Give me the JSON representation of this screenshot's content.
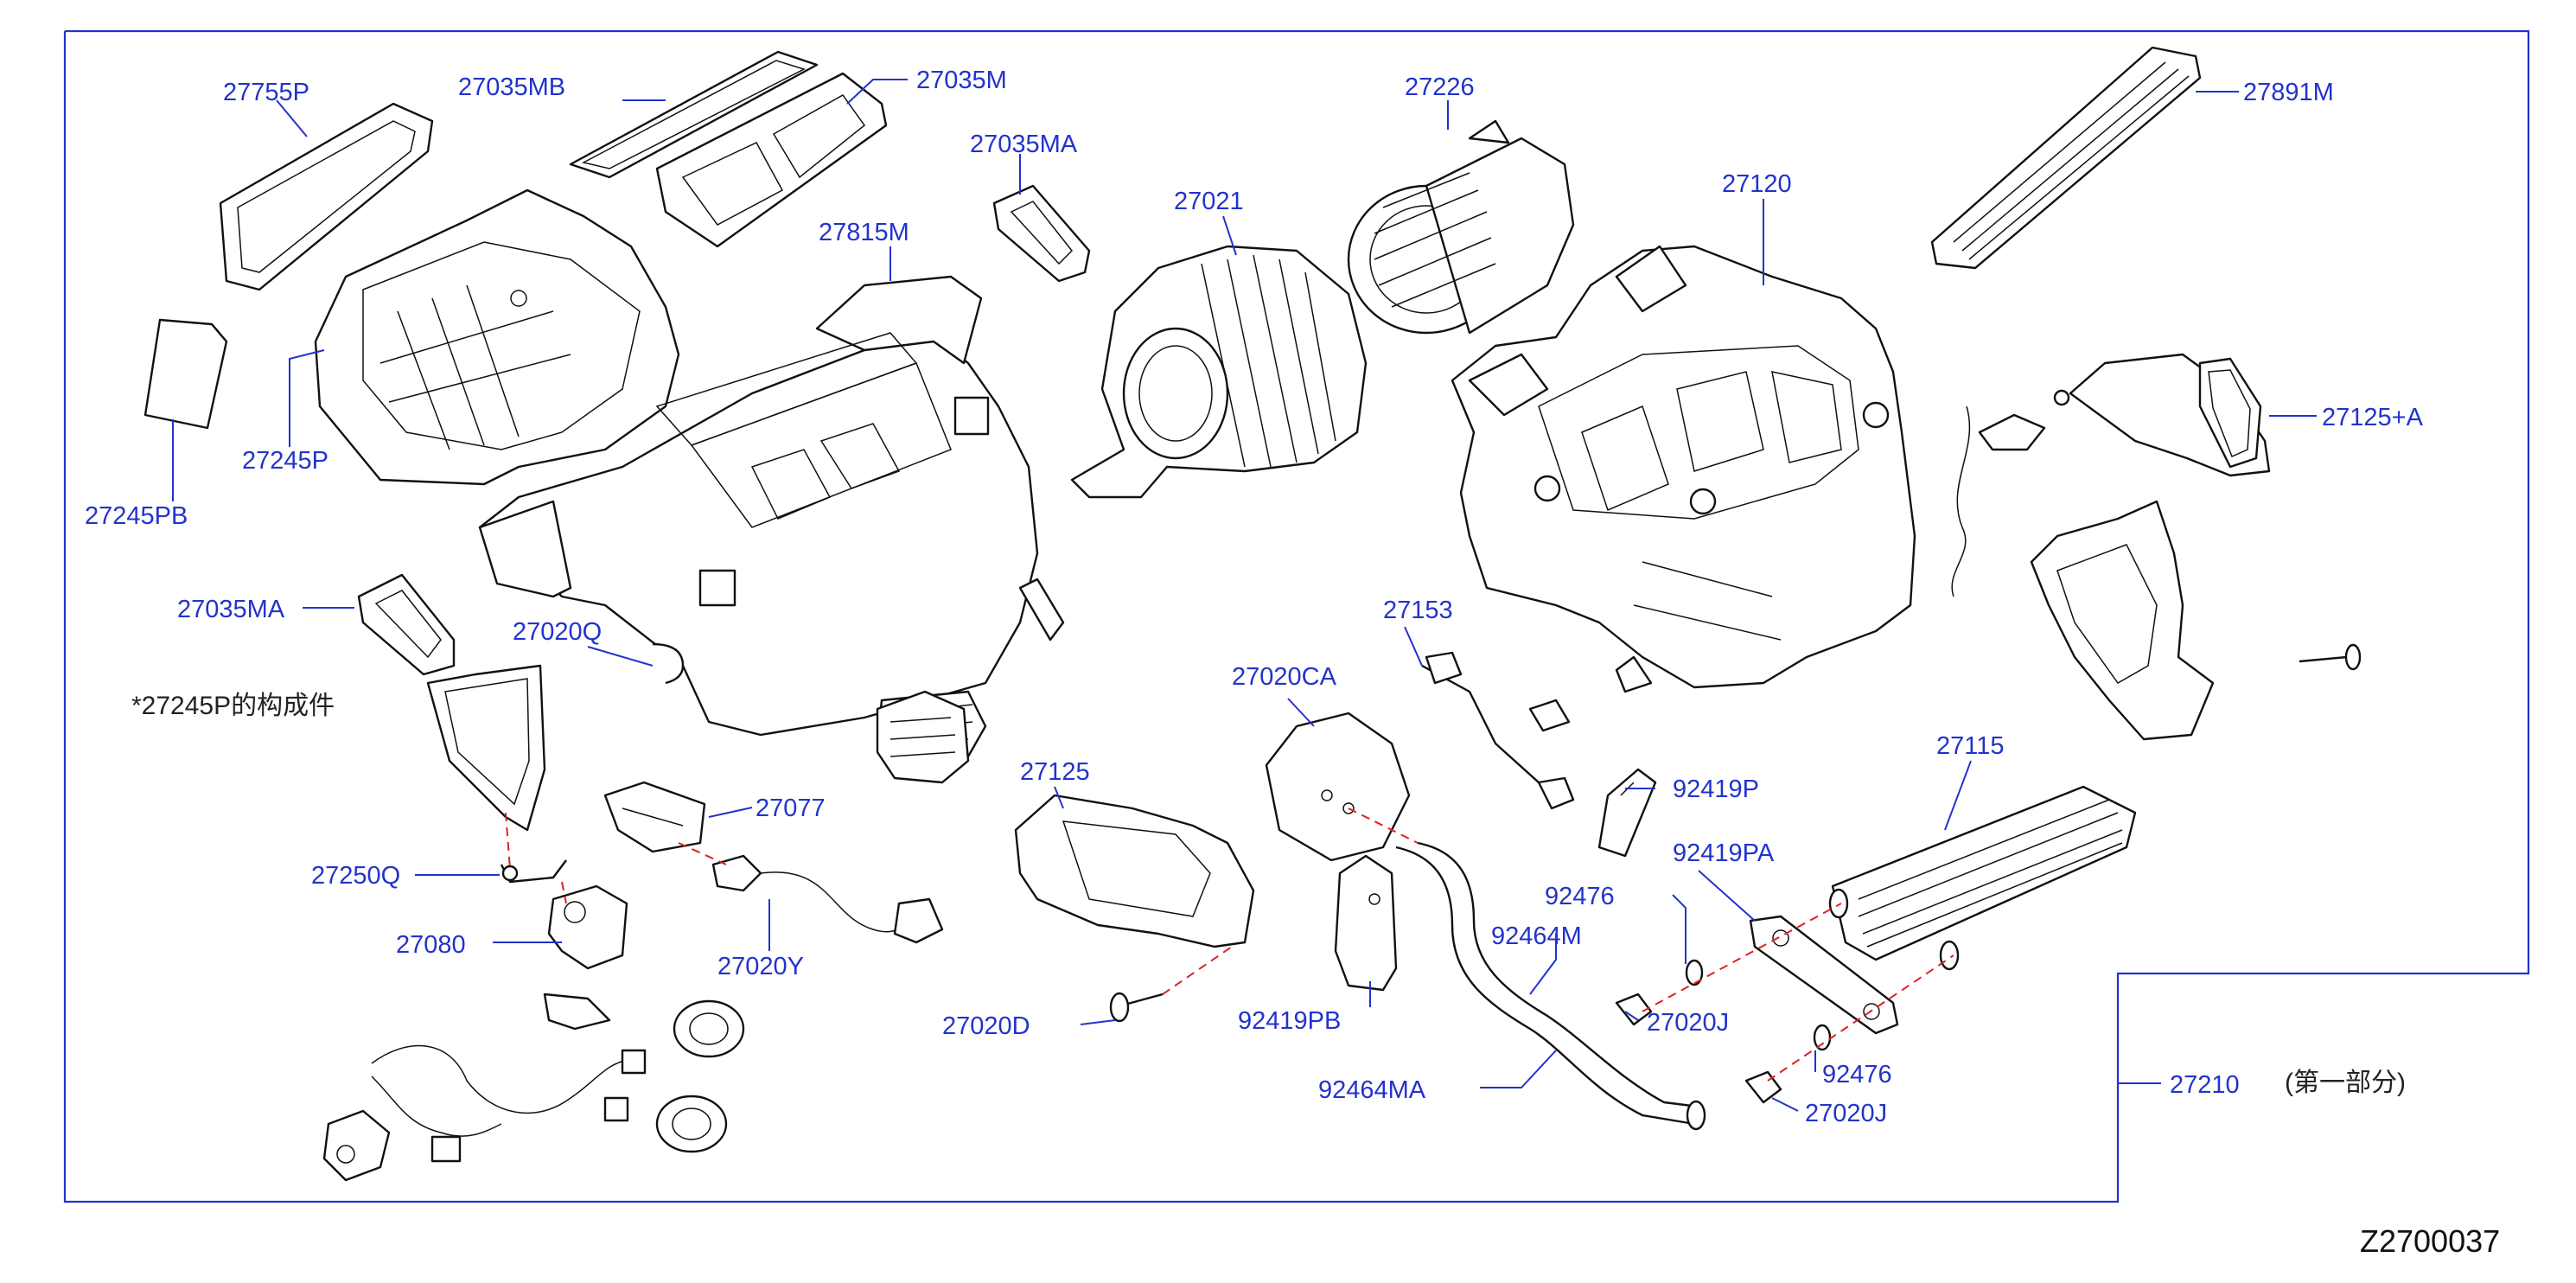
{
  "diagram": {
    "labels": {
      "p27755P": "27755P",
      "p27035MB": "27035MB",
      "p27035M": "27035M",
      "p27035MA_a": "27035MA",
      "p27226": "27226",
      "p27891M": "27891M",
      "p27021": "27021",
      "p27120": "27120",
      "p27815M": "27815M",
      "p27245P": "27245P",
      "p27245PB": "27245PB",
      "p27125A": "27125+A",
      "p27035MA_b": "27035MA",
      "p27020Q": "27020Q",
      "p27153": "27153",
      "p27020CA": "27020CA",
      "p27115": "27115",
      "p92419P": "92419P",
      "p27125": "27125",
      "p27077": "27077",
      "p92419PA": "92419PA",
      "p27250Q": "27250Q",
      "p92476_a": "92476",
      "p92464M": "92464M",
      "p27080": "27080",
      "p27020Y": "27020Y",
      "p27020D": "27020D",
      "p92419PB": "92419PB",
      "p27020J_a": "27020J",
      "p92476_b": "92476",
      "p92464MA": "92464MA",
      "p27210": "27210",
      "p27020J_b": "27020J"
    },
    "note_component": "*27245P的构成件",
    "note_part": "(第一部分)",
    "drawing_code": "Z2700037"
  }
}
